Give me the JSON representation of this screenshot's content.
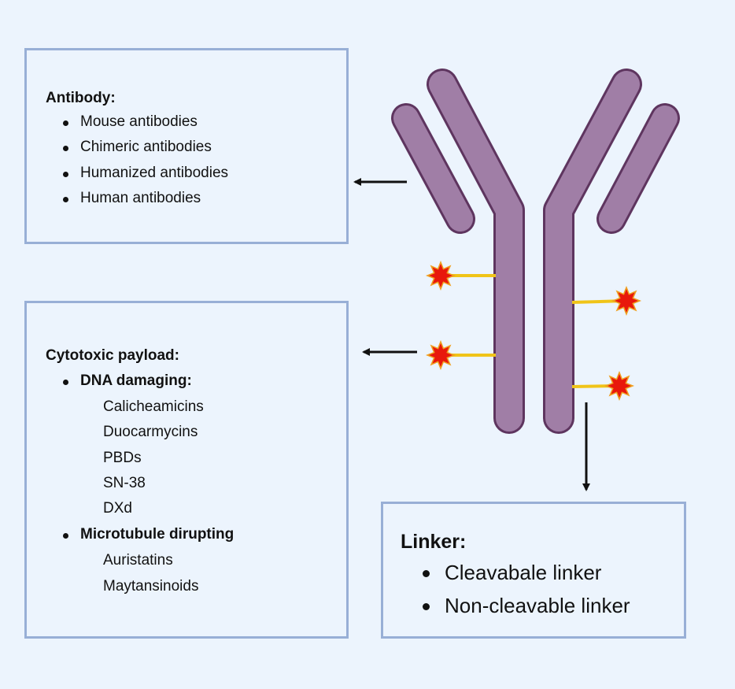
{
  "antibody": {
    "title": "Antibody:",
    "items": [
      "Mouse antibodies",
      "Chimeric antibodies",
      "Humanized antibodies",
      "Human antibodies"
    ]
  },
  "payload": {
    "title": "Cytotoxic payload:",
    "groups": [
      {
        "label": "DNA damaging:",
        "items": [
          "Calicheamicins",
          "Duocarmycins",
          "PBDs",
          "SN-38",
          "DXd"
        ]
      },
      {
        "label": "Microtubule dirupting",
        "items": [
          "Auristatins",
          "Maytansinoids"
        ]
      }
    ]
  },
  "linker": {
    "title": "Linker:",
    "items": [
      "Cleavabale linker",
      "Non-cleavable linker"
    ]
  },
  "colors": {
    "antibody_fill": "#a07ea6",
    "antibody_stroke": "#5e355f",
    "linker_line": "#f0c418",
    "payload_star": "#e8180c",
    "payload_star_stroke": "#f0a020",
    "box_border": "#98afd6",
    "arrow": "#111111"
  }
}
